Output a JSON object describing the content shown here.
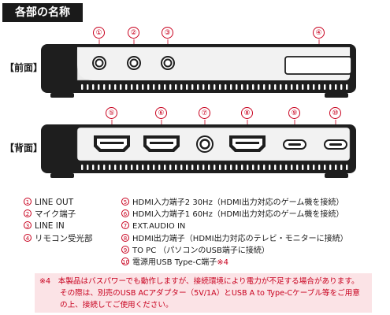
{
  "section_title": "各部の名称",
  "labels": {
    "front": "【前面】",
    "back": "【背面】"
  },
  "callouts": {
    "front": [
      "①",
      "②",
      "③",
      "④"
    ],
    "back": [
      "⑤",
      "⑥",
      "⑦",
      "⑧",
      "⑨",
      "⑩"
    ]
  },
  "legend": {
    "left": [
      {
        "num": "1",
        "text": "LINE OUT"
      },
      {
        "num": "2",
        "text": "マイク端子"
      },
      {
        "num": "3",
        "text": "LINE IN"
      },
      {
        "num": "4",
        "text": "リモコン受光部"
      }
    ],
    "right": [
      {
        "num": "5",
        "text": "HDMI入力端子2 30Hz（HDMI出力対応のゲーム機を接続）"
      },
      {
        "num": "6",
        "text": "HDMI入力端子1 60Hz（HDMI出力対応のゲーム機を接続）"
      },
      {
        "num": "7",
        "text": "EXT.AUDIO IN"
      },
      {
        "num": "8",
        "text": "HDMI出力端子（HDMI出力対応のテレビ・モニターに接続）"
      },
      {
        "num": "9",
        "text": "TO PC （パソコンのUSB端子に接続）"
      },
      {
        "num": "10",
        "text": "電源用USB Type-C端子",
        "mark": "※4"
      }
    ]
  },
  "note": {
    "line1": "※4　本製品はバスパワーでも動作しますが、接続環境により電力が不足する場合があります。",
    "line2": "その際は、別売のUSB ACアダプター（5V/1A）とUSB A to Type-Cケーブル等をご用意の上、接続してご使用ください。"
  },
  "colors": {
    "accent": "#c8001e",
    "note_bg": "#fbe3e6",
    "device_body": "#1e1e1e"
  }
}
